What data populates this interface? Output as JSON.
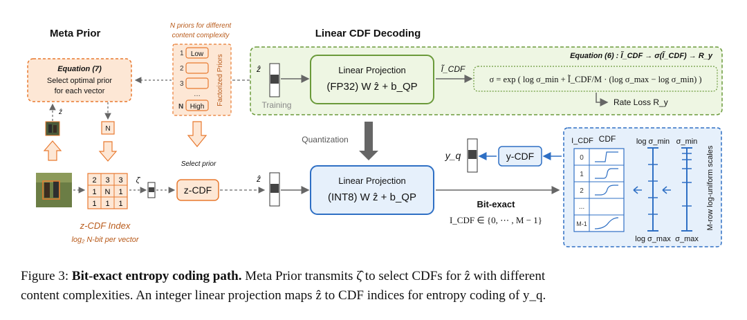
{
  "meta_prior": {
    "heading": "Meta Prior",
    "equation_title": "Equation (7)",
    "line1": "Select optimal prior",
    "line2": "for each vector",
    "zhat": "ẑ",
    "n_label": "N",
    "grid": [
      "2",
      "3",
      "3",
      "1",
      "N",
      "1",
      "1",
      "1",
      "1"
    ],
    "zeta": "ζ̂",
    "index_title": "z-CDF Index",
    "index_sub": "log₂ N-bit per vector"
  },
  "priors": {
    "note_line1": "N priors for different",
    "note_line2": "content complexity",
    "row1_num": "1",
    "row1_label": "Low",
    "row2_num": "2",
    "row3_num": "3",
    "dots": "…",
    "rowN_num": "N",
    "rowN_label": "High",
    "vertical_label": "Factorized Priors",
    "select_label": "Select prior",
    "zcdf_label": "z-CDF"
  },
  "linear_decoding": {
    "heading": "Linear CDF Decoding",
    "equation6": "Equation (6) :  Ĩ_CDF → σ(Ĩ_CDF) → R_y",
    "zhat": "ẑ",
    "training": "Training",
    "fp32_line1": "Linear Projection",
    "fp32_line2": "(FP32) W ẑ + b_QP",
    "icdf_tilde": "Ĩ_CDF",
    "sigma_formula": "σ = exp ( log σ_min + Ĩ_CDF/M · (log σ_max − log σ_min) )",
    "rate_loss": "Rate Loss R_y",
    "quantization": "Quantization"
  },
  "int8_path": {
    "zhat": "ẑ",
    "int8_line1": "Linear Projection",
    "int8_line2": "(INT8) W ẑ + b_QP",
    "bitexact": "Bit-exact",
    "icdf_range": "I_CDF ∈ {0, ⋯ , M − 1}",
    "yq": "y_q",
    "ycdf": "y-CDF"
  },
  "cdf_table": {
    "col_icdf": "I_CDF",
    "col_cdf": "CDF",
    "rows": [
      "0",
      "1",
      "2",
      "...",
      "M-1"
    ],
    "log_sigma_min": "log σ_min",
    "sigma_min": "σ_min",
    "log_sigma_max": "log σ_max",
    "sigma_max": "σ_max",
    "side_label": "M-row  log-uniform scales"
  },
  "caption": {
    "prefix": "Figure 3:",
    "bold": "Bit-exact entropy coding path.",
    "text1": " Meta Prior transmits ζ̂ to select CDFs for ẑ with different",
    "line2": "content complexities. An integer linear projection maps ẑ to CDF indices for entropy coding of y_q."
  },
  "colors": {
    "orange": "#e8792f",
    "orange_fill": "#fde7d5",
    "green": "#6a9a3a",
    "green_fill": "#eef6e3",
    "blue": "#2e6fc4",
    "blue_fill": "#e6f0fb",
    "gray": "#666666"
  }
}
